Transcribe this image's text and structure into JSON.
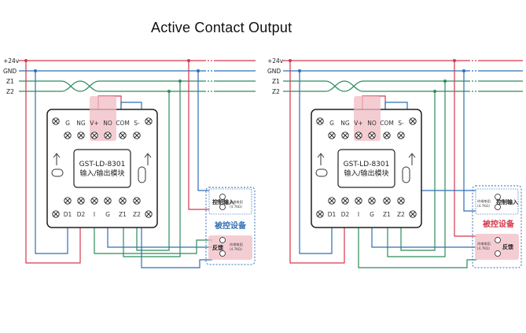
{
  "title": "Active Contact Output",
  "colors": {
    "power": "#d4374a",
    "gnd": "#2f6fb5",
    "z_bus": "#2c8c5a",
    "module_border": "#1e1e1e",
    "highlight": "#f0bcc3",
    "device_border": "#2f6fb5"
  },
  "left_diagram": {
    "bus_labels": [
      "+24v",
      "GND",
      "Z1",
      "Z2"
    ],
    "top_terminals": [
      "G",
      "NG",
      "V+",
      "NO",
      "COM",
      "S-"
    ],
    "bottom_terminals": [
      "D1",
      "D2",
      "I",
      "G",
      "Z1",
      "Z2"
    ],
    "module_model": "GST-LD-8301",
    "module_name": "输入/输出模块",
    "device_label": "被控设备",
    "control_input": "控制输入",
    "feedback": "反馈",
    "terminal_resistor_1": "终端电阻",
    "terminal_resistor_2": "(4.7KΩ)"
  },
  "right_diagram": {
    "bus_labels": [
      "+24v",
      "GND",
      "Z1",
      "Z2"
    ],
    "top_terminals": [
      "G",
      "NG",
      "V+",
      "NO",
      "COM",
      "S-"
    ],
    "bottom_terminals": [
      "D1",
      "D2",
      "I",
      "G",
      "Z1",
      "Z2"
    ],
    "module_model": "GST-LD-8301",
    "module_name": "输入/输出模块",
    "device_label": "被控设备",
    "control_input": "控制输入",
    "feedback": "反馈",
    "terminal_resistor_1": "终端电阻",
    "terminal_resistor_2": "(4.7KΩ)"
  }
}
